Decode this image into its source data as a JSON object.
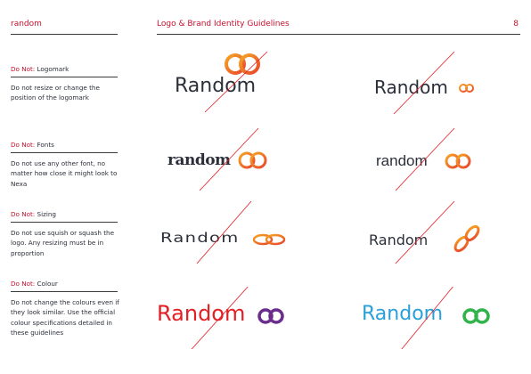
{
  "header": {
    "brand": "random",
    "title": "Logo & Brand Identity Guidelines",
    "page": "8"
  },
  "rules": [
    {
      "label": "Do Not:",
      "topic": "Logomark",
      "description": "Do not resize or change the position of the logomark"
    },
    {
      "label": "Do Not:",
      "topic": "Fonts",
      "description": "Do not  use any other font, no matter how close it might look to Nexa"
    },
    {
      "label": "Do Not:",
      "topic": "Sizing",
      "description": "Do not  use squish or squash the logo. Any resizing must be in proportion"
    },
    {
      "label": "Do Not:",
      "topic": "Colour",
      "description": "Do not change the colours even if they look similar. Use the official colour specifications detailed in these guidelines"
    }
  ],
  "logos": {
    "wordmark": "Random",
    "wordmark_lower": "random"
  },
  "colors": {
    "accent_red": "#c8102e",
    "dark": "#2b2f3a",
    "logomark_orange": "#f08a1c",
    "logomark_red": "#e8452c",
    "bad_red": "#e31e24",
    "bad_purple": "#6b2d8c",
    "bad_blue": "#2a9fd8",
    "bad_green": "#2fb34a"
  },
  "icons": {
    "logomark": "interlocking-rings-icon",
    "strike": "diagonal-strike-line"
  }
}
